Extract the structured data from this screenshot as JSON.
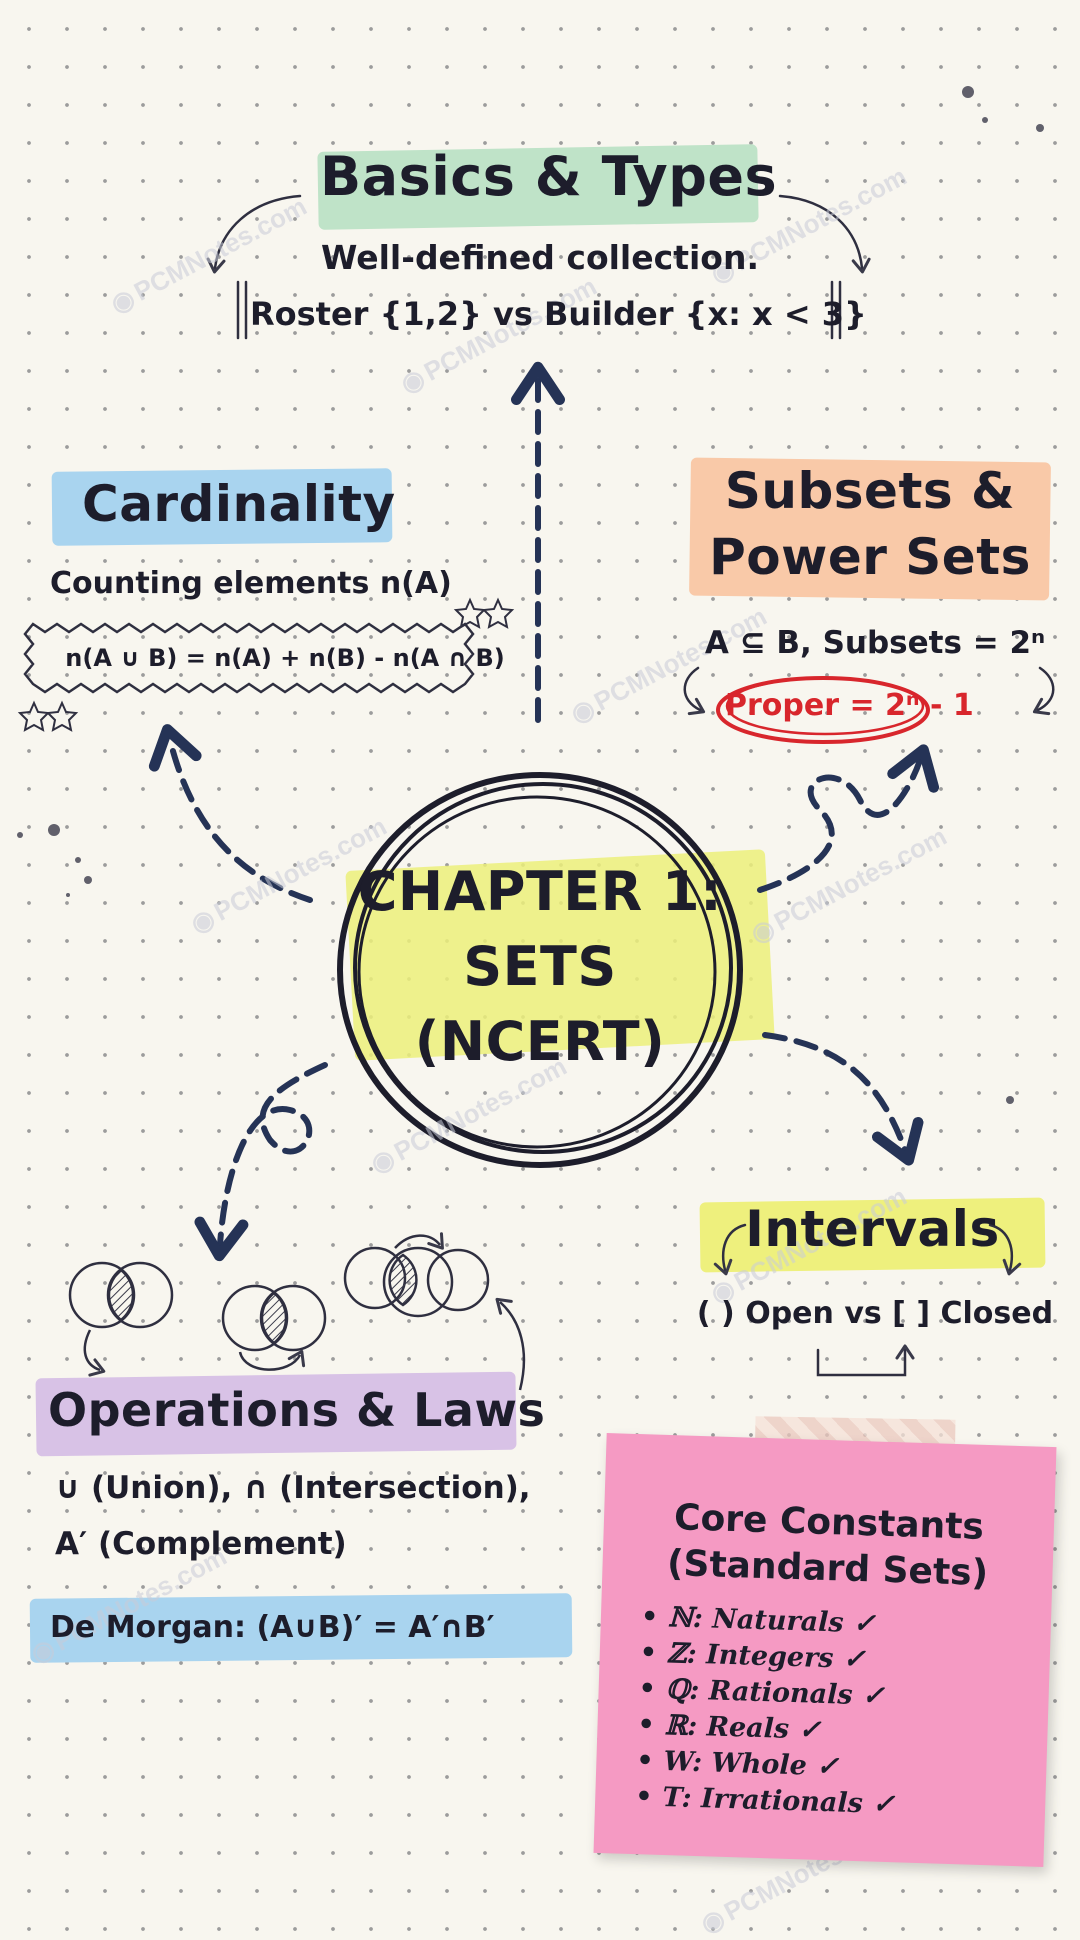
{
  "center": {
    "line1": "CHAPTER 1:",
    "line2": "SETS",
    "line3": "(NCERT)"
  },
  "basics": {
    "title": "Basics & Types",
    "line1": "Well-defined collection.",
    "line2": "Roster {1,2} vs Builder {x: x < 3}"
  },
  "cardinality": {
    "title": "Cardinality",
    "line1": "Counting elements n(A)",
    "formula": "n(A ∪ B) = n(A) + n(B) - n(A ∩ B)"
  },
  "subsets": {
    "title_line1": "Subsets &",
    "title_line2": "Power Sets",
    "line1": "A ⊆ B, Subsets = 2ⁿ",
    "proper": "Proper = 2ⁿ - 1"
  },
  "intervals": {
    "title": "Intervals",
    "line1": "( ) Open vs [ ] Closed"
  },
  "operations": {
    "title": "Operations & Laws",
    "line1": "∪ (Union), ∩ (Intersection),",
    "line2": "A′ (Complement)",
    "demorgan": "De Morgan: (A∪B)′ = A′∩B′"
  },
  "constants": {
    "title_line1": "Core Constants",
    "title_line2": "(Standard Sets)",
    "items": [
      "ℕ: Naturals ✓",
      "ℤ: Integers ✓",
      "ℚ: Rationals ✓",
      "ℝ: Reals ✓",
      "W: Whole ✓",
      "T: Irrationals ✓"
    ]
  },
  "watermark": "PCMNotes.com",
  "colors": {
    "ink": "#1d1d2b",
    "navy_arrow": "#253356",
    "green_highlight": "#bfe3c8",
    "blue_highlight": "#a9d4ef",
    "orange_highlight": "#f9c9a8",
    "yellow_highlight": "#ecf07a",
    "purple_highlight": "#d8c2e6",
    "pink_sticky": "#f59ac3",
    "red_oval": "#d8262c"
  }
}
